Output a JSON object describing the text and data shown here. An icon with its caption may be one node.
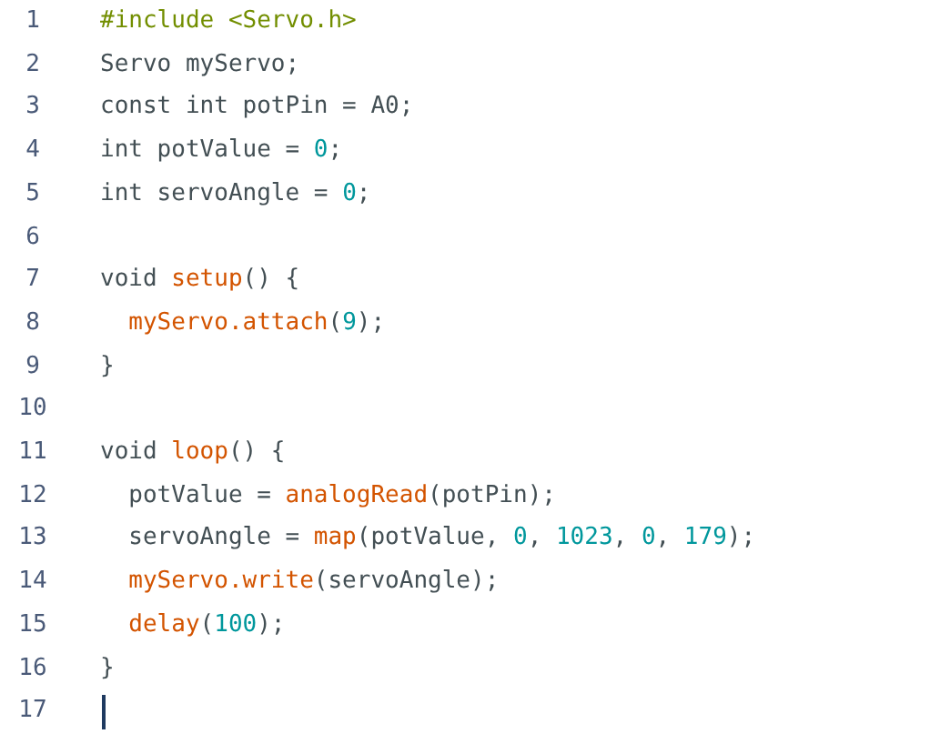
{
  "diagram": {
    "labels": [
      "1",
      "#include <Servo.h>",
      "2",
      "Servo myServo;",
      "3",
      "const int potPin = A0;",
      "4",
      "int potValue = 0;",
      "5",
      "int servoAngle = 0;",
      "6",
      "7",
      "void setup() {",
      "8",
      "myServo.attach(9);",
      "9",
      "}",
      "10",
      "11",
      "void loop() {",
      "12",
      "potValue = analogRead(potPin);",
      "13",
      "servoAngle = map(potValue, 0, 1023, 0, 179);",
      "14",
      "myServo.write(servoAngle);",
      "15",
      "delay(100);",
      "16",
      "}",
      "17"
    ]
  }
}
